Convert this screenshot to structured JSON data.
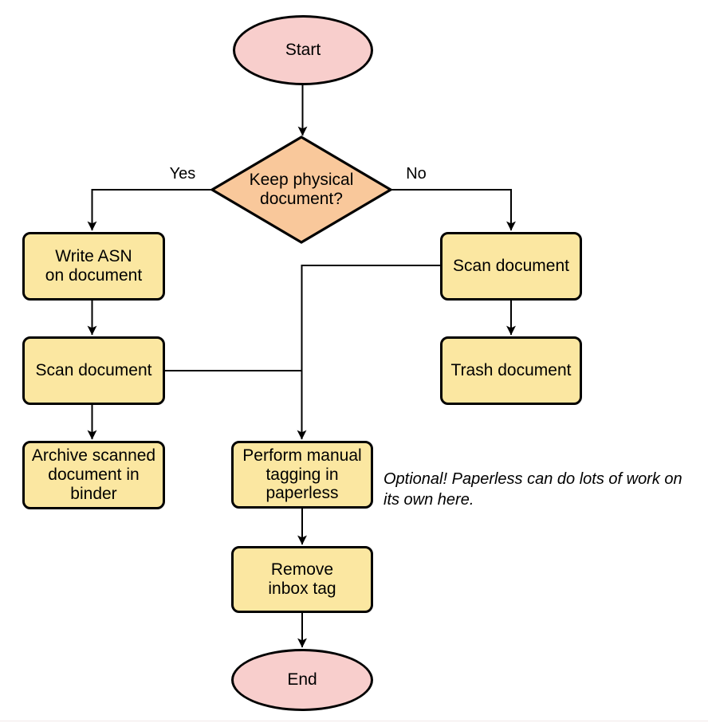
{
  "diagram": {
    "type": "flowchart",
    "nodes": {
      "start": {
        "label": "Start",
        "shape": "terminal"
      },
      "decision": {
        "label": "Keep physical\ndocument?",
        "shape": "decision"
      },
      "write_asn": {
        "label": "Write ASN\non document",
        "shape": "process"
      },
      "scan_left": {
        "label": "Scan document",
        "shape": "process"
      },
      "archive": {
        "label": "Archive scanned\ndocument in\nbinder",
        "shape": "process"
      },
      "scan_right": {
        "label": "Scan document",
        "shape": "process"
      },
      "trash": {
        "label": "Trash document",
        "shape": "process"
      },
      "tagging": {
        "label": "Perform manual\ntagging in\npaperless",
        "shape": "process"
      },
      "remove_inbox": {
        "label": "Remove\ninbox tag",
        "shape": "process"
      },
      "end": {
        "label": "End",
        "shape": "terminal"
      }
    },
    "edge_labels": {
      "yes": "Yes",
      "no": "No"
    },
    "annotation": "Optional! Paperless can do lots of work on\nits own here.",
    "colors": {
      "terminal_fill": "#f8cecc",
      "decision_fill": "#f9c89b",
      "process_fill": "#fbe7a1",
      "stroke": "#000000"
    }
  }
}
